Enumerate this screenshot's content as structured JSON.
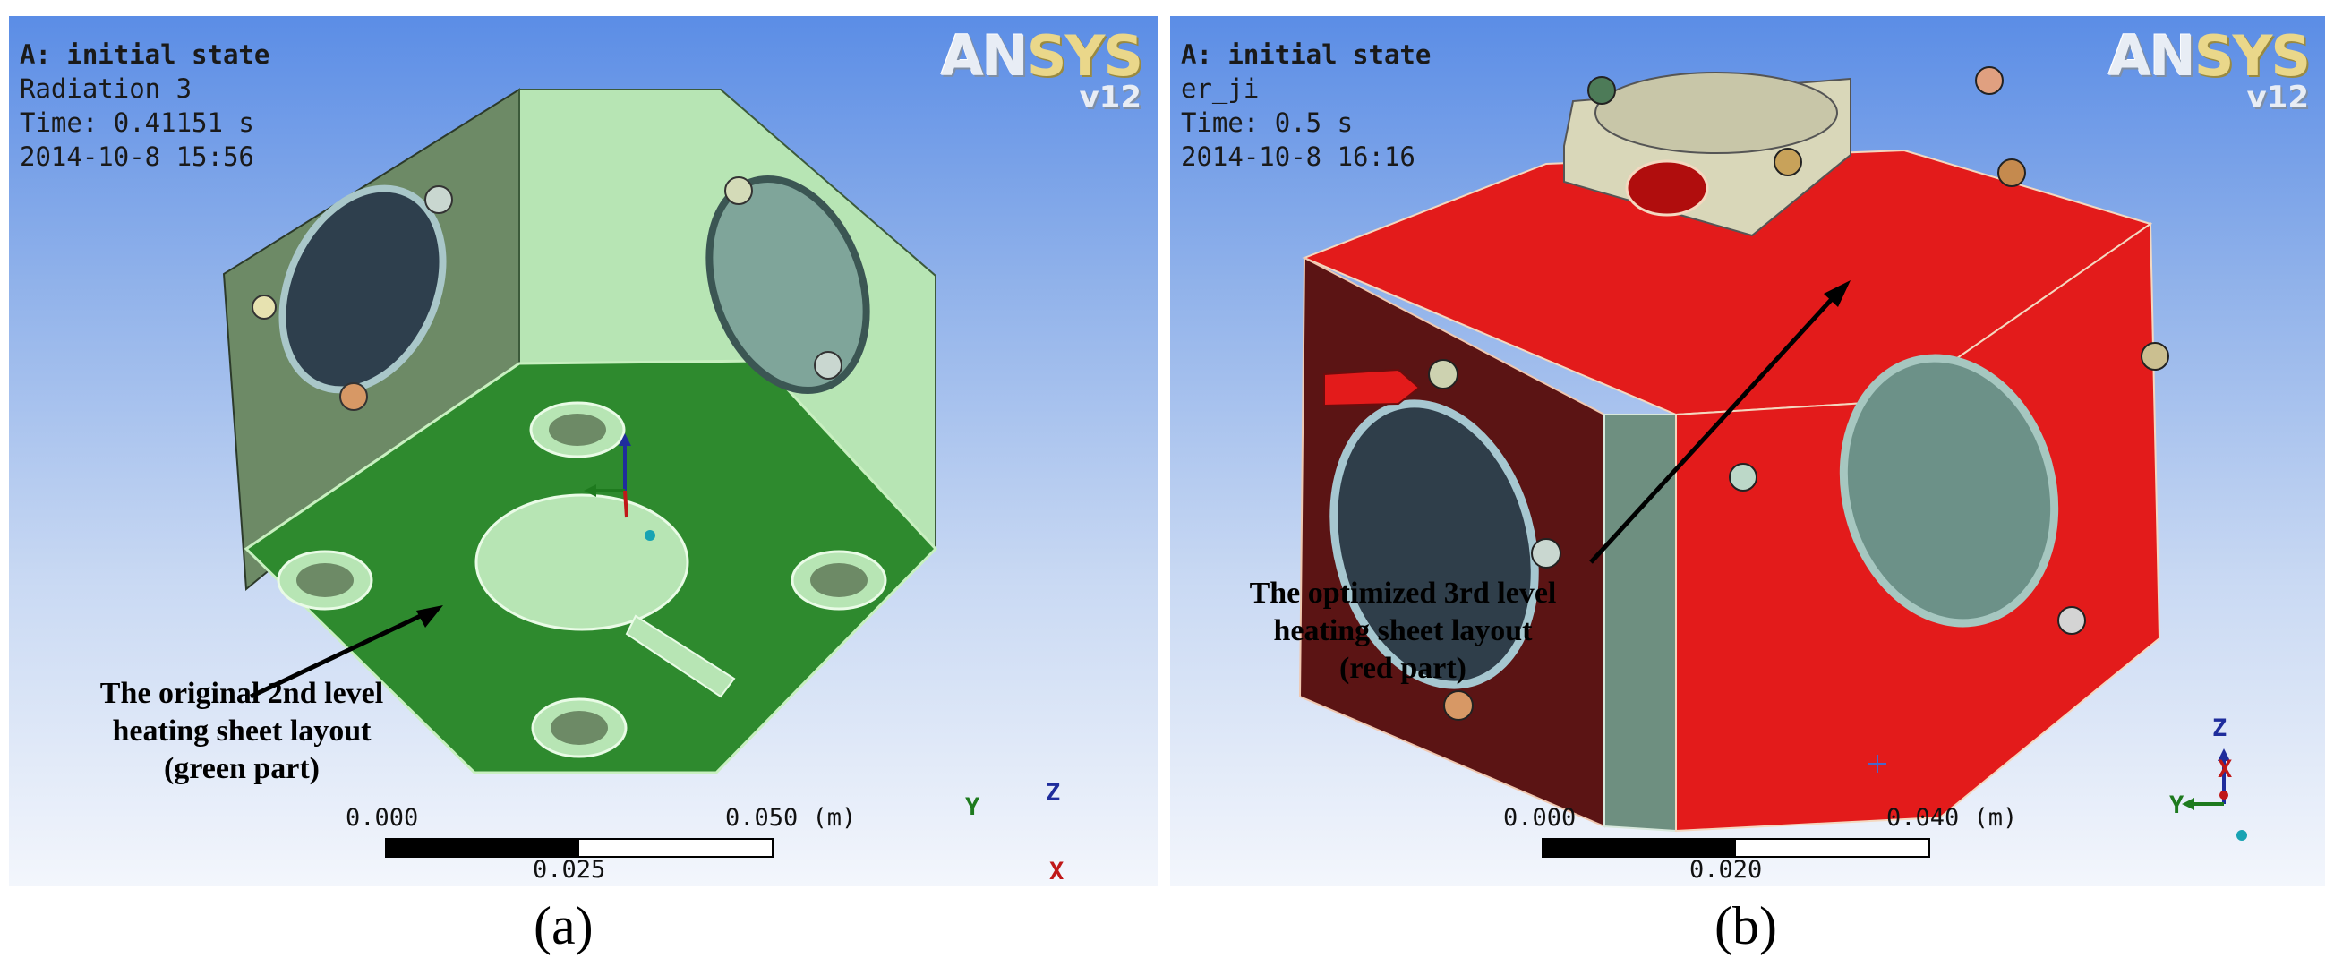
{
  "panel_a": {
    "header": {
      "title": "A: initial state",
      "line1": "Radiation 3",
      "line2": "Time: 0.41151 s",
      "line3": "2014-10-8 15:56"
    },
    "logo": {
      "brand_an": "AN",
      "brand_sys": "SYS",
      "version": "v12"
    },
    "annotation": [
      "The original 2nd level",
      "heating sheet layout",
      "(green part)"
    ],
    "scale": {
      "left": "0.000",
      "right": "0.050 (m)",
      "mid": "0.025"
    },
    "axes": {
      "z": "Z",
      "y": "Y",
      "x": "X"
    },
    "caption": "(a)",
    "colors": {
      "heater": "#2e8a2e",
      "body": "#b6e3b4"
    }
  },
  "panel_b": {
    "header": {
      "title": "A: initial state",
      "line1": "er_ji",
      "line2": "Time: 0.5 s",
      "line3": "2014-10-8 16:16"
    },
    "logo": {
      "brand_an": "AN",
      "brand_sys": "SYS",
      "version": "v12"
    },
    "annotation": [
      "The optimized 3rd level",
      "heating sheet layout",
      "(red part)"
    ],
    "scale": {
      "left": "0.000",
      "right": "0.040 (m)",
      "mid": "0.020"
    },
    "axes": {
      "z": "Z",
      "y": "Y",
      "x": "X"
    },
    "caption": "(b)",
    "colors": {
      "heater": "#e31b1b",
      "body": "#6e8f80"
    }
  }
}
